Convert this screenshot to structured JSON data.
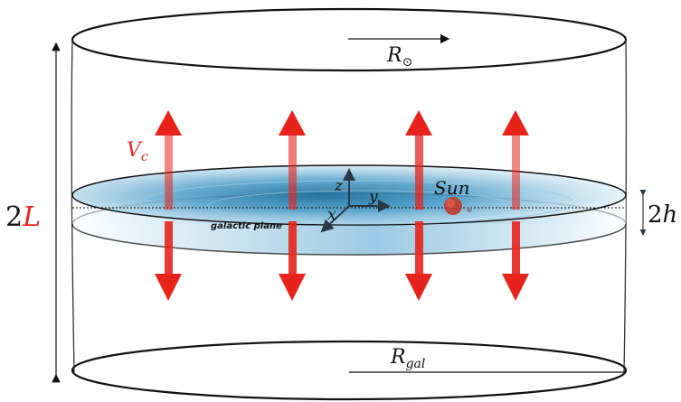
{
  "labels": {
    "r_sun_symbol": "R",
    "r_sun_sub": "⊙",
    "height_prefix": "2",
    "height_symbol": "L",
    "vc_symbol": "V",
    "vc_sub": "c",
    "sun": "Sun",
    "galactic_plane": "galactic plane",
    "thickness_prefix": "2",
    "thickness_symbol": "h",
    "r_gal_symbol": "R",
    "r_gal_sub": "gal",
    "axis_z": "z",
    "axis_y": "y",
    "axis_x": "x"
  },
  "colors": {
    "arrow_red": "#e8231c",
    "disk_blue": "#4a9bc7",
    "outline": "#111111",
    "highlight_red": "#e8231c"
  }
}
